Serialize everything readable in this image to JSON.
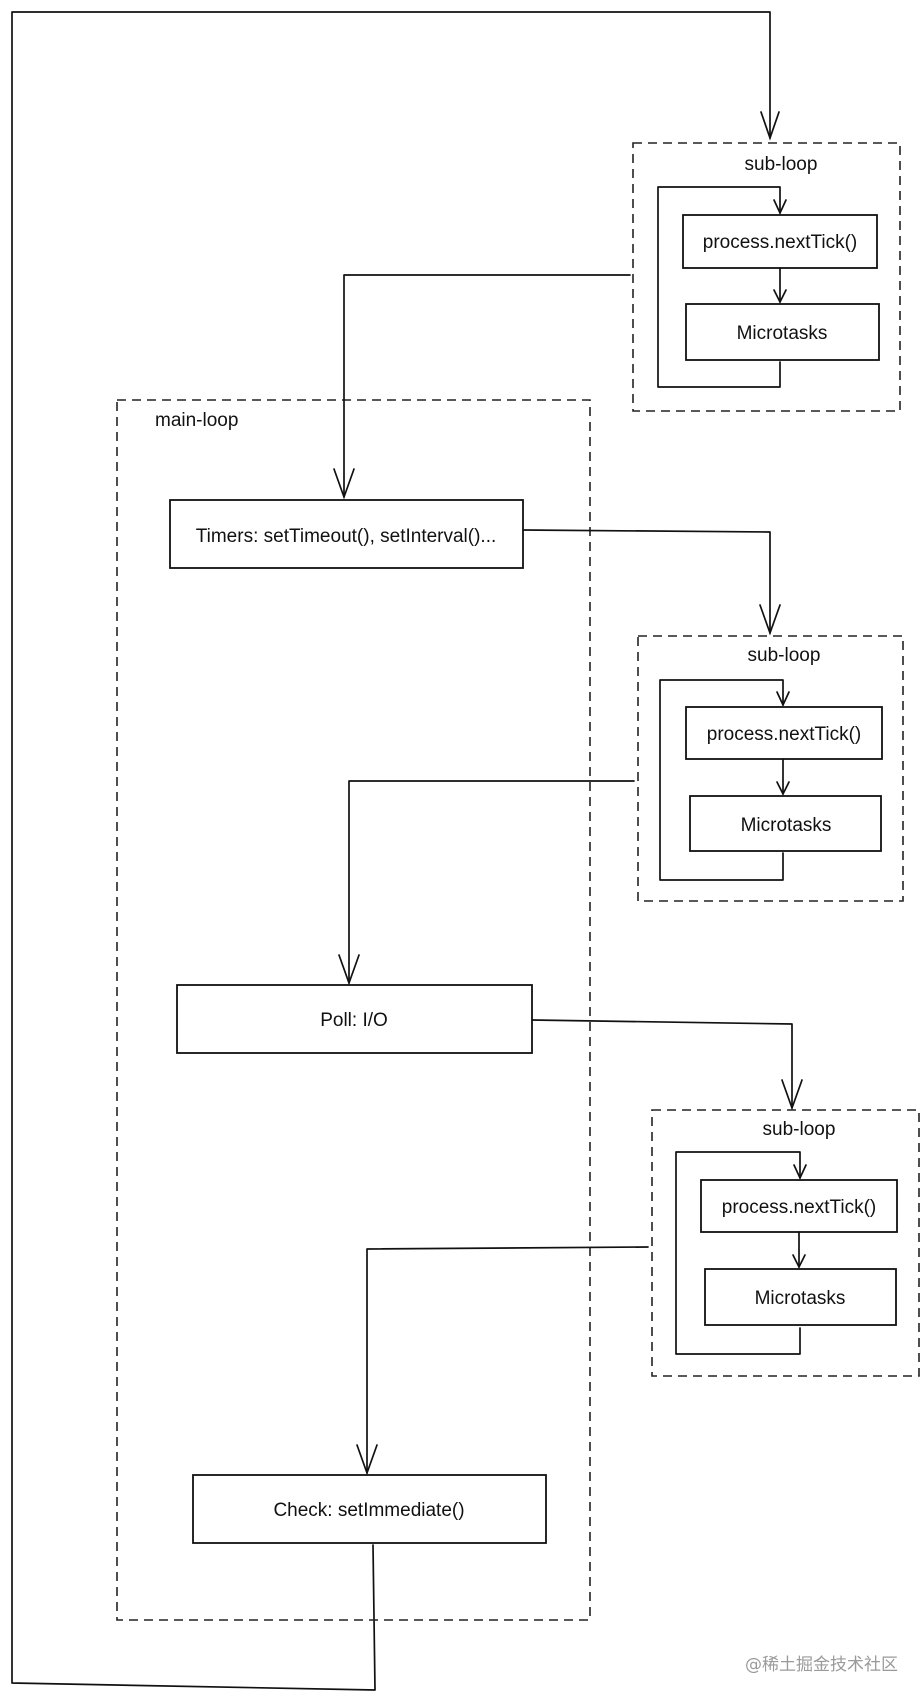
{
  "main_loop": {
    "label": "main-loop",
    "phases": {
      "timers": "Timers: setTimeout(), setInterval()...",
      "poll": "Poll: I/O",
      "check": "Check: setImmediate()"
    }
  },
  "sub_loops": [
    {
      "label": "sub-loop",
      "next_tick": "process.nextTick()",
      "microtasks": "Microtasks"
    },
    {
      "label": "sub-loop",
      "next_tick": "process.nextTick()",
      "microtasks": "Microtasks"
    },
    {
      "label": "sub-loop",
      "next_tick": "process.nextTick()",
      "microtasks": "Microtasks"
    }
  ],
  "watermark": "@稀土掘金技术社区"
}
